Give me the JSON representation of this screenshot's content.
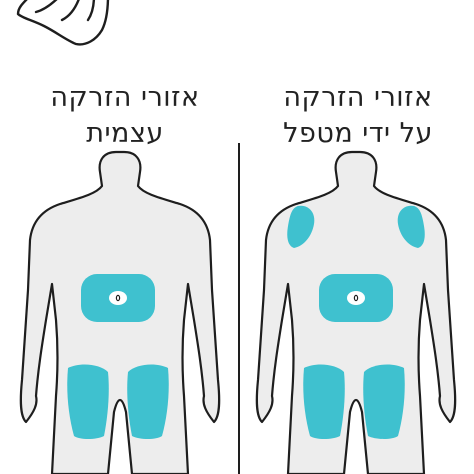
{
  "colors": {
    "body_fill": "#ededed",
    "body_outline": "#1e1e1e",
    "injection_zone": "#3fc1cf",
    "text": "#222222",
    "divider": "#1e1e1e"
  },
  "icons": [
    "hand-icon",
    "navel-icon"
  ],
  "panels": [
    {
      "caption_line1": "אזורי הזרקה",
      "caption_line2": "עצמית",
      "zones": [
        "abdomen",
        "left-thigh",
        "right-thigh"
      ]
    },
    {
      "caption_line1": "אזורי הזרקה",
      "caption_line2": "על ידי מטפל",
      "zones": [
        "left-upper-arm",
        "right-upper-arm",
        "abdomen",
        "left-thigh",
        "right-thigh"
      ]
    }
  ]
}
